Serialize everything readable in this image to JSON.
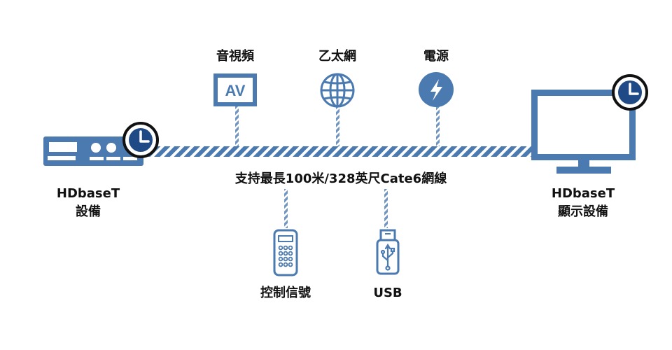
{
  "colors": {
    "primary": "#4a7aaf",
    "dark": "#2f5f97",
    "navy": "#1f4a86",
    "stripe": "#ffffff",
    "text": "#111111"
  },
  "labels": {
    "av": "音視頻",
    "av_badge": "AV",
    "ethernet": "乙太網",
    "power": "電源",
    "cable": "支持最長100米/328英尺Cate6網線",
    "control": "控制信號",
    "usb": "USB",
    "source_line1": "HDbaseT",
    "source_line2": "設備",
    "display_line1": "HDbaseT",
    "display_line2": "顯示設備"
  },
  "icons": {
    "av": "av-badge-icon",
    "ethernet": "globe-icon",
    "power": "lightning-bolt-icon",
    "control": "remote-control-icon",
    "usb": "usb-stick-icon",
    "source": "hdbaset-transmitter-icon",
    "display": "monitor-icon",
    "badge": "hdbaset-logo-icon"
  }
}
